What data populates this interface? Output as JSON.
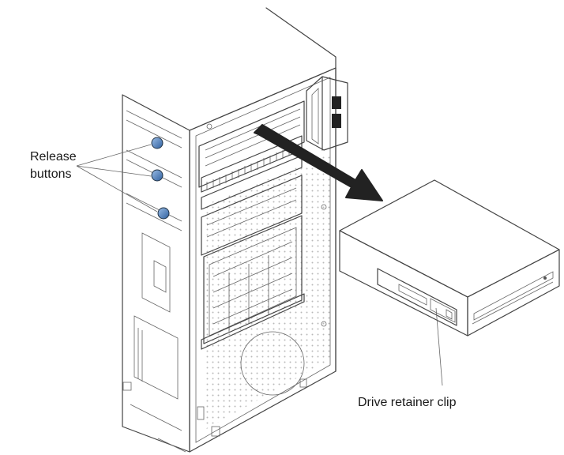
{
  "labels": {
    "release_buttons_line1": "Release",
    "release_buttons_line2": "buttons",
    "drive_retainer_clip": "Drive retainer clip"
  },
  "colors": {
    "arrow": "#222222",
    "release_button": "#4a78b8",
    "linework": "#444444"
  }
}
